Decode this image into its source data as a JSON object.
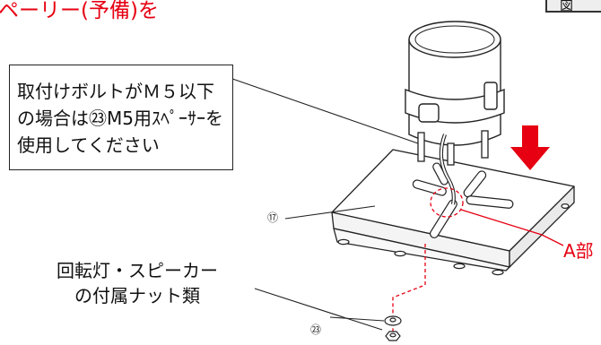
{
  "header": {
    "title": "ペーリー(予備)を",
    "figure_tab": "図"
  },
  "callout": {
    "lines": [
      "取付けボルトがＭ５以下",
      "の場合は㉓M5用ｽﾍﾟｰｻｰを",
      "使用してください"
    ]
  },
  "accessory_note": {
    "lines": [
      "回転灯・スピーカー",
      "の付属ナット類"
    ]
  },
  "parts": {
    "bracket_number": "⑰",
    "spacer_number": "㉓"
  },
  "detail_label": "A部",
  "colors": {
    "accent_red": "#e60012",
    "line": "#222222"
  },
  "icons": {
    "direction": "down-arrow-icon"
  }
}
